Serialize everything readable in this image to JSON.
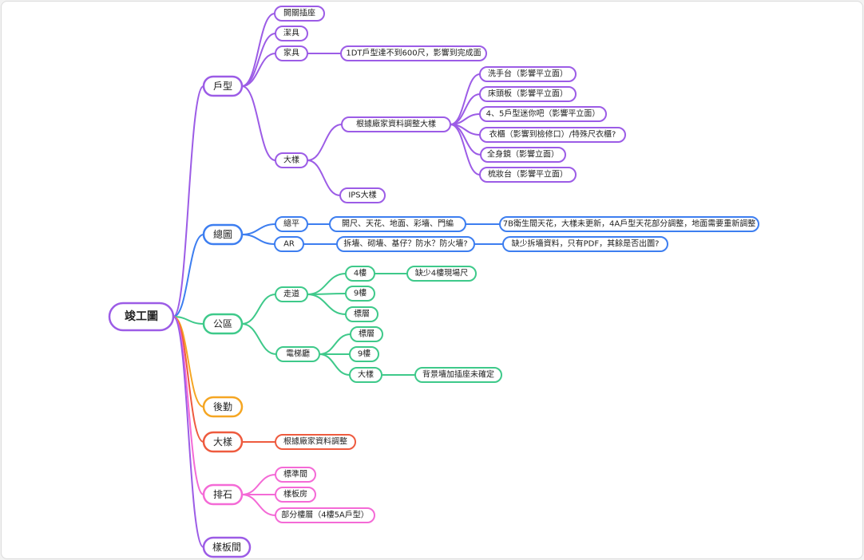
{
  "colors": {
    "purple": "#9c5ce6",
    "blue": "#3d7ef0",
    "green": "#3ec98a",
    "orange": "#f5a623",
    "red": "#ee5b3f",
    "pink": "#f46ad6"
  },
  "root": {
    "label": "竣工圖"
  },
  "branches": [
    {
      "id": "huxing",
      "label": "戶型",
      "color": "purple",
      "children": [
        {
          "id": "kaiguan",
          "label": "開關插座"
        },
        {
          "id": "jieju",
          "label": "潔具"
        },
        {
          "id": "jiaju",
          "label": "家具",
          "children": [
            {
              "id": "dt",
              "label": "1DT戶型達不到600尺，影響到完成面"
            }
          ]
        },
        {
          "id": "dayang",
          "label": "大樣",
          "children": [
            {
              "id": "genju",
              "label": "根據廠家資料調整大樣",
              "children": [
                {
                  "id": "xishoutai",
                  "label": "洗手台（影響平立面）"
                },
                {
                  "id": "chuangtouban",
                  "label": "床頭板（影響平立面）"
                },
                {
                  "id": "mini",
                  "label": "4、5戶型迷你吧（影響平立面）"
                },
                {
                  "id": "yigui",
                  "label": "衣櫃（影響到檢修口）/特殊尺衣櫃?"
                },
                {
                  "id": "quanshenjing",
                  "label": "全身鏡（影響立面）"
                },
                {
                  "id": "shuzhuangtai",
                  "label": "梳妝台（影響平立面）"
                }
              ]
            },
            {
              "id": "ips",
              "label": "IPS大樣"
            }
          ]
        }
      ]
    },
    {
      "id": "zongtu",
      "label": "總圖",
      "color": "blue",
      "children": [
        {
          "id": "zongping",
          "label": "總平",
          "children": [
            {
              "id": "kaichi",
              "label": "開尺、天花、地面、彩墻、門編",
              "children": [
                {
                  "id": "7b",
                  "label": "7B衛生間天花，大樣未更新，4A戶型天花部分調整，地面需要重新調整"
                }
              ]
            }
          ]
        },
        {
          "id": "ar",
          "label": "AR",
          "children": [
            {
              "id": "chaiqiang",
              "label": "拆墻、砌墻、基仔？防水？防火墻?",
              "children": [
                {
                  "id": "queshao",
                  "label": "缺少拆墻資料，只有PDF，其餘是否出圖?"
                }
              ]
            }
          ]
        }
      ]
    },
    {
      "id": "gongqu",
      "label": "公區",
      "color": "green",
      "children": [
        {
          "id": "zoudao",
          "label": "走道",
          "children": [
            {
              "id": "4lou",
              "label": "4樓",
              "children": [
                {
                  "id": "que4",
                  "label": "缺少4樓現場尺"
                }
              ]
            },
            {
              "id": "9lou",
              "label": "9樓"
            },
            {
              "id": "biaoceng1",
              "label": "標層"
            }
          ]
        },
        {
          "id": "dianti",
          "label": "電梯廳",
          "children": [
            {
              "id": "biaoceng2",
              "label": "標層"
            },
            {
              "id": "9lou2",
              "label": "9樓"
            },
            {
              "id": "dayang2",
              "label": "大樣",
              "children": [
                {
                  "id": "beijing",
                  "label": "背景墻加插座未確定"
                }
              ]
            }
          ]
        }
      ]
    },
    {
      "id": "houqin",
      "label": "後勤",
      "color": "orange"
    },
    {
      "id": "dayang3",
      "label": "大樣",
      "color": "red",
      "children": [
        {
          "id": "genju2",
          "label": "根據廠家資料調整"
        }
      ]
    },
    {
      "id": "paishi",
      "label": "排石",
      "color": "pink",
      "children": [
        {
          "id": "biaozhun",
          "label": "標準間"
        },
        {
          "id": "yangban",
          "label": "樣板房"
        },
        {
          "id": "bufen",
          "label": "部分樓層（4樓5A戶型）"
        }
      ]
    },
    {
      "id": "yangbanjian",
      "label": "樣板間",
      "color": "purple"
    }
  ]
}
